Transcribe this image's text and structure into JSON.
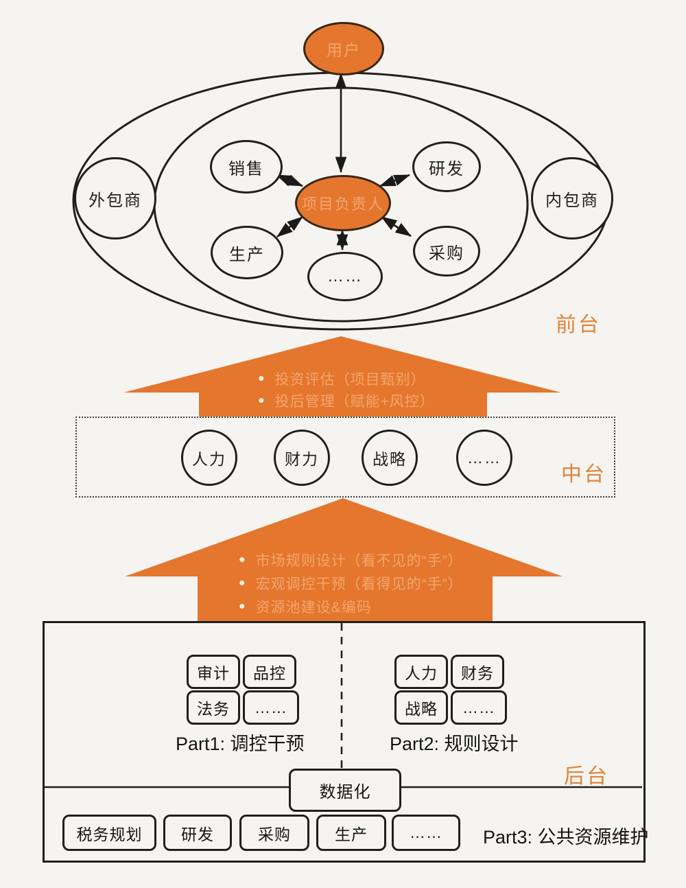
{
  "colors": {
    "orange_fill": "#e4762e",
    "orange_label": "#e08438",
    "orange_light_text": "#f3a76f",
    "ink": "#1f1f1f",
    "background": "#f6f4f1"
  },
  "front": {
    "label": "前台",
    "user": "用户",
    "center": "项目负责人",
    "node_sales": "销售",
    "node_rd": "研发",
    "node_production": "生产",
    "node_procurement": "采购",
    "node_more": "……",
    "outsourcer": "外包商",
    "insourcer": "内包商"
  },
  "arrow_to_front": {
    "bullets": [
      "投资评估（项目甄别）",
      "投后管理（赋能+风控）"
    ]
  },
  "middle": {
    "label": "中台",
    "node_hr": "人力",
    "node_finance": "财力",
    "node_strategy": "战略",
    "node_more": "……"
  },
  "arrow_to_middle": {
    "bullets": [
      "市场规则设计（看不见的“手”）",
      "宏观调控干预（看得见的“手”）",
      "资源池建设&编码"
    ]
  },
  "back": {
    "label": "后台",
    "part1_title": "Part1: 调控干预",
    "part1_items": [
      "审计",
      "品控",
      "法务",
      "……"
    ],
    "part2_title": "Part2: 规则设计",
    "part2_items": [
      "人力",
      "财务",
      "战略",
      "……"
    ],
    "dataization": "数据化",
    "part3_title": "Part3: 公共资源维护",
    "part3_items": [
      "税务规划",
      "研发",
      "采购",
      "生产",
      "……"
    ]
  }
}
